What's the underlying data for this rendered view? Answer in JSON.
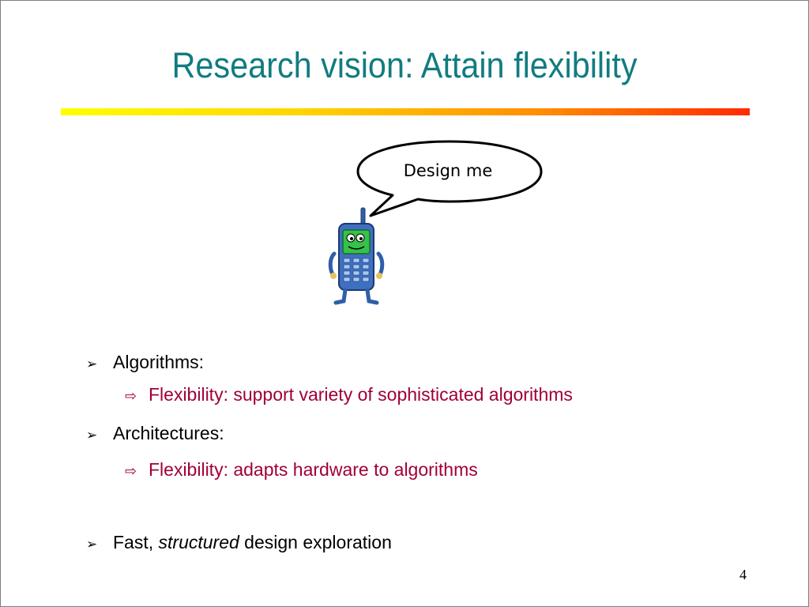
{
  "slide": {
    "title": "Research vision: Attain flexibility",
    "speech_bubble": "Design me",
    "page_number": "4"
  },
  "bullets": [
    {
      "marker": "➢",
      "label": "Algorithms:",
      "sub": {
        "marker": "⇨",
        "text": "Flexibility: support variety of sophisticated algorithms"
      }
    },
    {
      "marker": "➢",
      "label": "Architectures:",
      "sub": {
        "marker": "⇨",
        "text": "Flexibility: adapts hardware to algorithms"
      }
    },
    {
      "marker": "➢",
      "prefix": "Fast, ",
      "emphasis": "structured",
      "suffix": " design exploration"
    }
  ],
  "colors": {
    "title": "#117c80",
    "sub_bullet_text": "#a0003a",
    "rule_gradient": [
      "#ffff00",
      "#ff8c00",
      "#ff2a00"
    ]
  },
  "icons": {
    "bullet": "arrowhead-bullet-icon",
    "sub_bullet": "outline-right-arrow-icon",
    "illustration": "cartoon-mobile-phone-icon"
  }
}
